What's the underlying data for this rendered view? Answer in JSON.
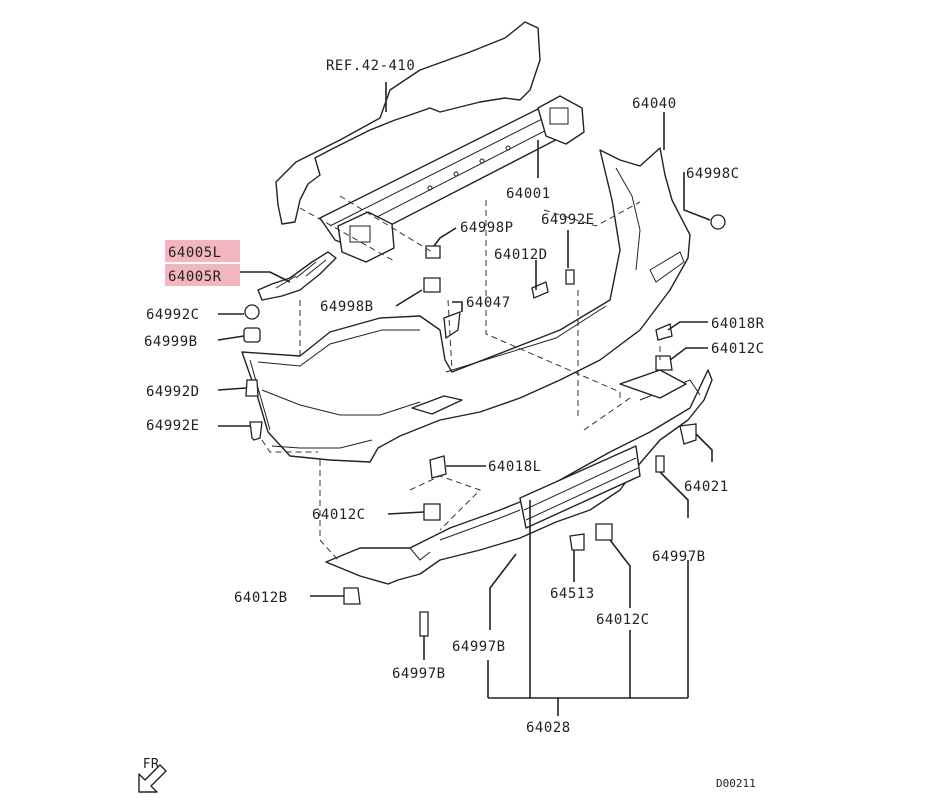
{
  "diagram": {
    "colors": {
      "line": "#222222",
      "highlight": "#f4b6be",
      "background": "#ffffff"
    },
    "labels": {
      "ref": "REF.42-410",
      "p64040": "64040",
      "p64001": "64001",
      "p64998C": "64998C",
      "p64005L": "64005L",
      "p64005R": "64005R",
      "p64998P": "64998P",
      "p64992E_top": "64992E",
      "p64012D": "64012D",
      "p64992C": "64992C",
      "p64998B": "64998B",
      "p64047": "64047",
      "p64018R": "64018R",
      "p64999B": "64999B",
      "p64012C_right": "64012C",
      "p64992D": "64992D",
      "p64992E_left": "64992E",
      "p64018L": "64018L",
      "p64021": "64021",
      "p64012C_left": "64012C",
      "p64997B_right": "64997B",
      "p64012B": "64012B",
      "p64513": "64513",
      "p64997B_mid": "64997B",
      "p64012C_bottom": "64012C",
      "p64997B_bottom": "64997B",
      "p64028": "64028",
      "fr": "FR",
      "code": "D00211"
    }
  }
}
